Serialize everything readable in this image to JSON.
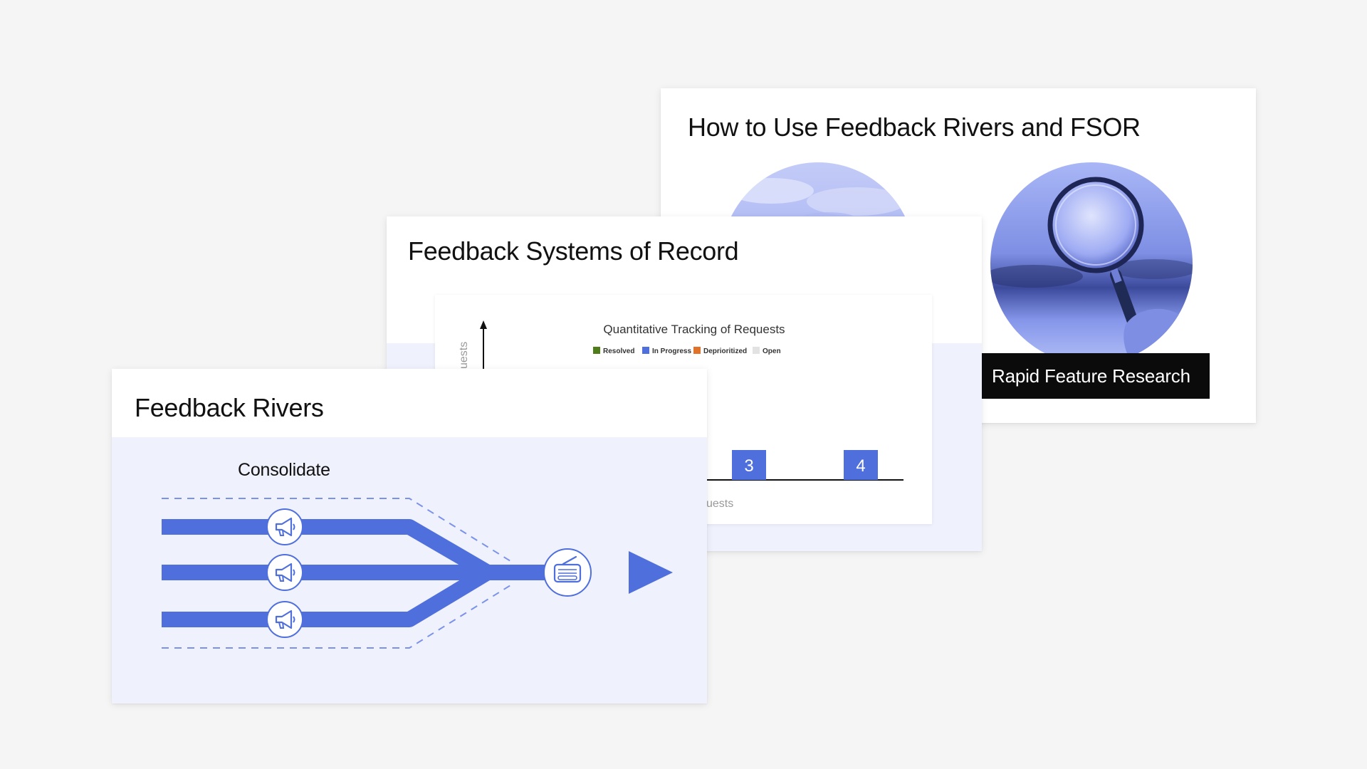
{
  "slides": [
    {
      "title": "How to Use Feedback Rivers and FSOR",
      "caption": "Rapid Feature Research",
      "images": [
        "sky-photo",
        "magnifying-glass-photo"
      ]
    },
    {
      "title": "Feedback Systems of Record",
      "chart_data": {
        "type": "bar",
        "title": "Quantitative Tracking of Requests",
        "legend": [
          "Resolved",
          "In Progress",
          "Deprioritized",
          "Open"
        ],
        "legend_colors": [
          "#4e7d1a",
          "#4f6fdc",
          "#e0722a",
          "#e2e2e2"
        ],
        "ylabel_visible": "uests",
        "xlabel_visible": "uests",
        "visible_bar_labels": [
          "3",
          "4"
        ],
        "bar_color": "#4f6fdc",
        "legend_placement": "top-center"
      }
    },
    {
      "title": "Feedback Rivers",
      "label": "Consolidate",
      "icons": [
        "megaphone-icon",
        "megaphone-icon",
        "megaphone-icon",
        "radio-icon"
      ]
    }
  ],
  "colors": {
    "accent": "#4f6fdc",
    "band": "#eff1fd",
    "background": "#f5f5f5"
  }
}
